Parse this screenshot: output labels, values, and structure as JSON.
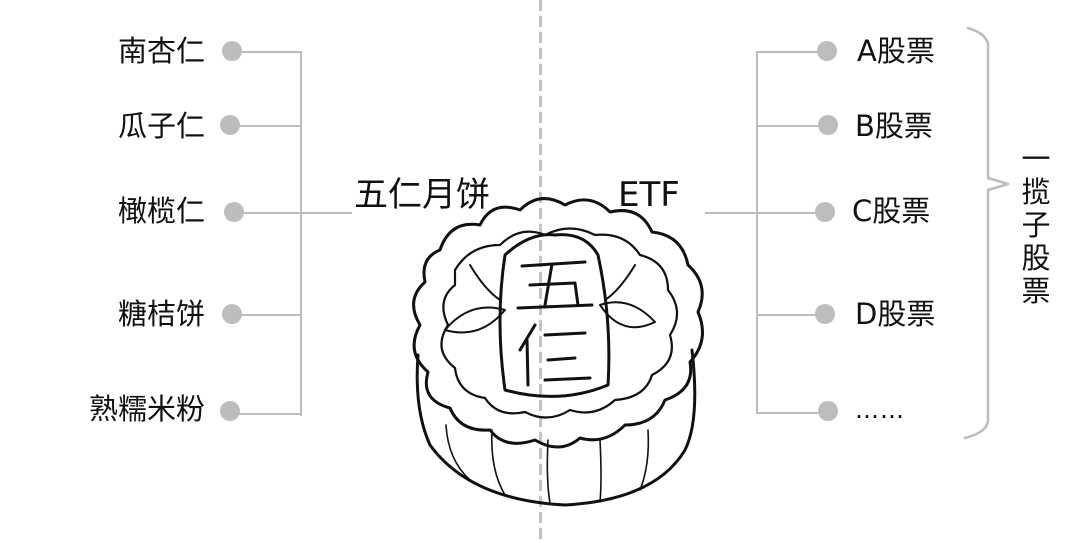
{
  "diagram": {
    "title_left": "五仁月饼",
    "title_right": "ETF",
    "ingredients": [
      {
        "label": "南杏仁"
      },
      {
        "label": "瓜子仁"
      },
      {
        "label": "橄榄仁"
      },
      {
        "label": "糖桔饼"
      },
      {
        "label": "熟糯米粉"
      }
    ],
    "stocks": [
      {
        "label": "A股票"
      },
      {
        "label": "B股票"
      },
      {
        "label": "C股票"
      },
      {
        "label": "D股票"
      },
      {
        "label": "……"
      }
    ],
    "bracket_label": "一揽子股票",
    "mooncake_stamp_text": "五仁",
    "colors": {
      "connector": "#bcbcbc",
      "dot": "#bdbdbd",
      "divider": "#c4c4c4",
      "text": "#111111"
    }
  }
}
